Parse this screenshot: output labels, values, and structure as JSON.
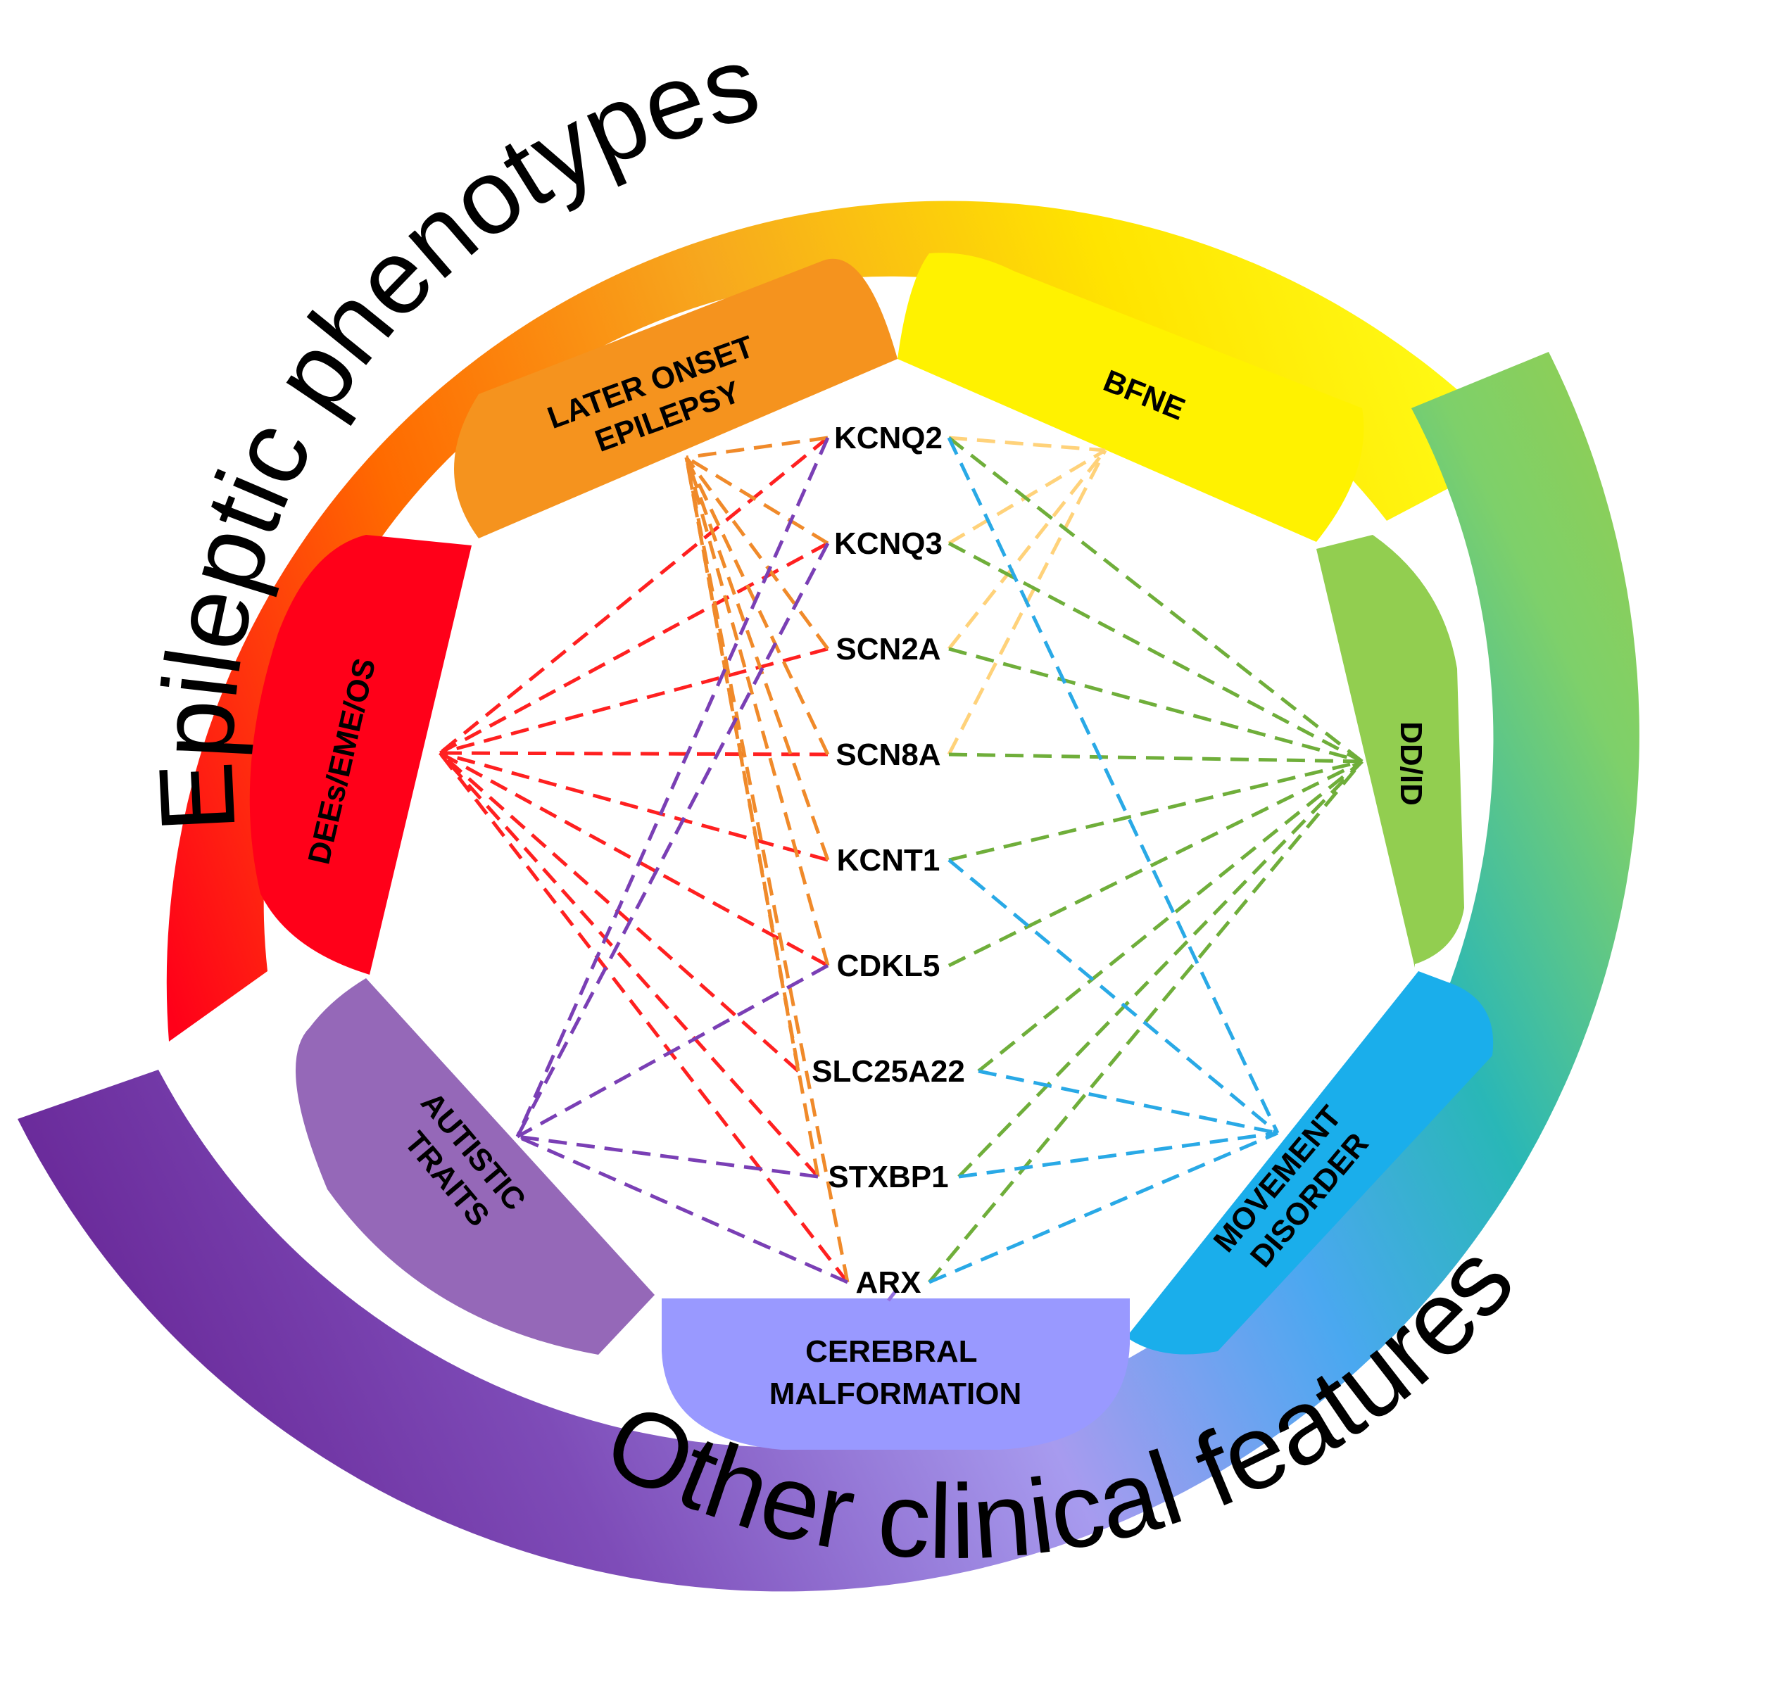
{
  "arcs": {
    "top_label": "Epileptic phenotypes",
    "bottom_label": "Other clinical features"
  },
  "categories": {
    "later_onset": {
      "line1": "LATER ONSET",
      "line2": "EPILEPSY",
      "color": "#F5931E"
    },
    "bfne": {
      "line1": "BFNE",
      "color": "#FFF200"
    },
    "dd_id": {
      "line1": "DD/ID",
      "color": "#92CE50"
    },
    "movement": {
      "line1": "MOVEMENT",
      "line2": "DISORDER",
      "color": "#1AAEEB"
    },
    "cerebral": {
      "line1": "CEREBRAL",
      "line2": "MALFORMATION",
      "color": "#9999FF"
    },
    "autistic": {
      "line1": "AUTISTIC",
      "line2": "TRAITS",
      "color": "#9568B8"
    },
    "dees": {
      "line1": "DEEs/EME/OS",
      "color": "#FF0019"
    }
  },
  "genes": [
    "KCNQ2",
    "KCNQ3",
    "SCN2A",
    "SCN8A",
    "KCNT1",
    "CDKL5",
    "SLC25A22",
    "STXBP1",
    "ARX"
  ],
  "links": {
    "dees": [
      "KCNQ2",
      "KCNQ3",
      "SCN2A",
      "SCN8A",
      "KCNT1",
      "CDKL5",
      "SLC25A22",
      "STXBP1",
      "ARX"
    ],
    "later_onset": [
      "KCNQ2",
      "KCNQ3",
      "SCN2A",
      "SCN8A",
      "KCNT1",
      "CDKL5",
      "SLC25A22",
      "STXBP1",
      "ARX"
    ],
    "bfne": [
      "KCNQ2",
      "KCNQ3",
      "SCN2A",
      "SCN8A"
    ],
    "dd_id": [
      "KCNQ2",
      "KCNQ3",
      "SCN2A",
      "SCN8A",
      "KCNT1",
      "CDKL5",
      "SLC25A22",
      "STXBP1",
      "ARX"
    ],
    "movement": [
      "KCNQ2",
      "KCNT1",
      "SLC25A22",
      "STXBP1",
      "ARX"
    ],
    "autistic": [
      "KCNQ2",
      "KCNQ3",
      "CDKL5",
      "STXBP1",
      "ARX"
    ],
    "cerebral": [
      "ARX"
    ]
  },
  "link_colors": {
    "dees": "#FF2020",
    "later_onset": "#F08A2A",
    "bfne": "#FFD27A",
    "dd_id": "#6FAE3A",
    "movement": "#29A9E6",
    "autistic": "#7A3FB5",
    "cerebral": "#9470E0"
  },
  "arc_colors": {
    "top": [
      "#FF0019",
      "#FF6A00",
      "#F7A81E",
      "#FFE400",
      "#FFFF1A"
    ],
    "bottom": [
      "#6A2A9A",
      "#7E4CB8",
      "#A79BEF",
      "#4AA8F0",
      "#29B7B7",
      "#7ED06A",
      "#92CE50"
    ]
  }
}
